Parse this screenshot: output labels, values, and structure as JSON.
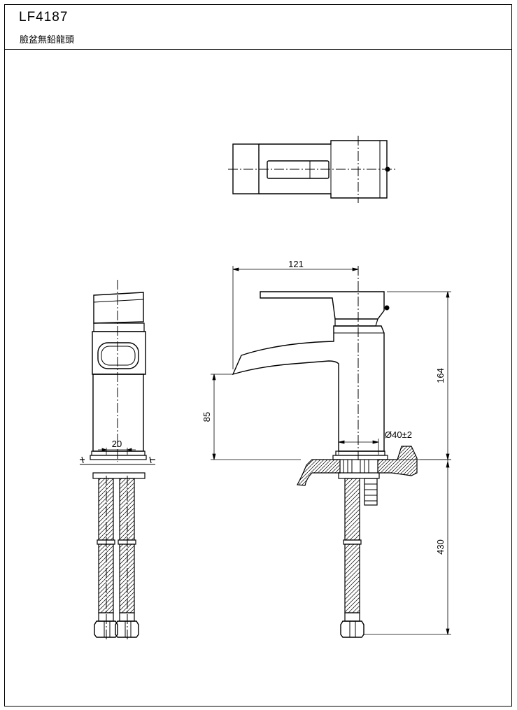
{
  "header": {
    "model_code": "LF4187",
    "product_name": "臉盆無鉛龍頭"
  },
  "dimensions": {
    "spout_reach": "121",
    "total_height": "164",
    "spout_height": "85",
    "hole_diameter": "Ø40±2",
    "hose_length": "430",
    "hose_spacing": "20"
  }
}
